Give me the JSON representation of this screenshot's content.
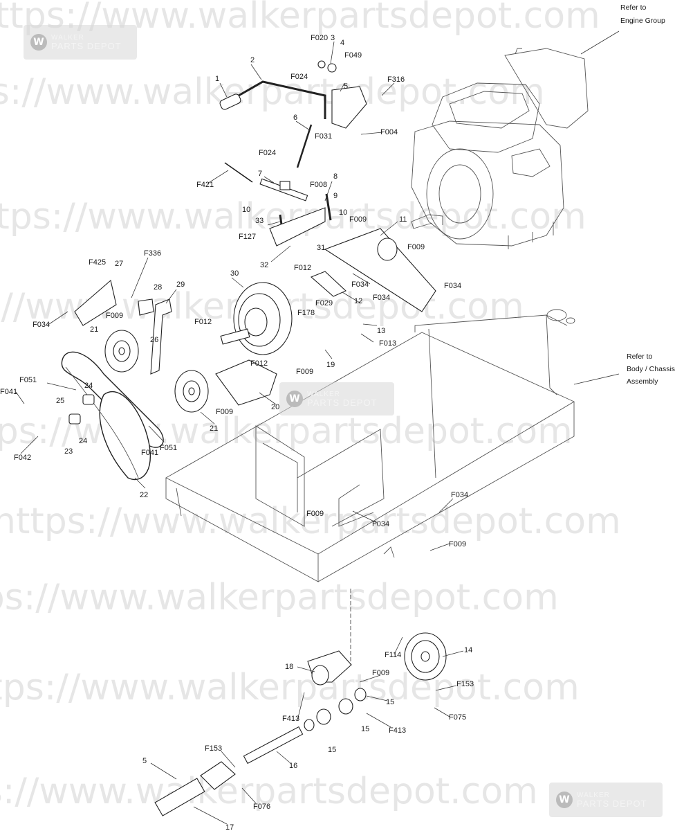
{
  "notes": {
    "engine_ref": [
      "Refer to",
      "Engine Group"
    ],
    "chassis_ref": [
      "Refer to",
      "Body / Chassis",
      "Assembly"
    ]
  },
  "watermark": {
    "text": "https://www.walkerpartsdepot.com",
    "logo_line1": "WALKER",
    "logo_line2": "PARTS DEPOT",
    "logo_glyph": "W"
  },
  "callouts": [
    "F020",
    "3",
    "4",
    "F049",
    "2",
    "F024",
    "5",
    "F316",
    "1",
    "6",
    "F031",
    "F004",
    "F024",
    "7",
    "8",
    "F421",
    "F008",
    "9",
    "10",
    "10",
    "F009",
    "33",
    "11",
    "F127",
    "31",
    "F009",
    "32",
    "F012",
    "F034",
    "F425",
    "27",
    "F336",
    "28",
    "29",
    "30",
    "12",
    "F034",
    "F029",
    "F178",
    "F034",
    "13",
    "F034",
    "F009",
    "F012",
    "21",
    "26",
    "F013",
    "19",
    "F009",
    "F051",
    "F041",
    "24",
    "25",
    "F012",
    "20",
    "F009",
    "21",
    "24",
    "23",
    "F042",
    "F041",
    "F051",
    "22",
    "F034",
    "F009",
    "F034",
    "F009",
    "14",
    "F114",
    "18",
    "F009",
    "F153",
    "15",
    "F413",
    "15",
    "F413",
    "F075",
    "15",
    "F153",
    "16",
    "5",
    "F076",
    "17"
  ]
}
